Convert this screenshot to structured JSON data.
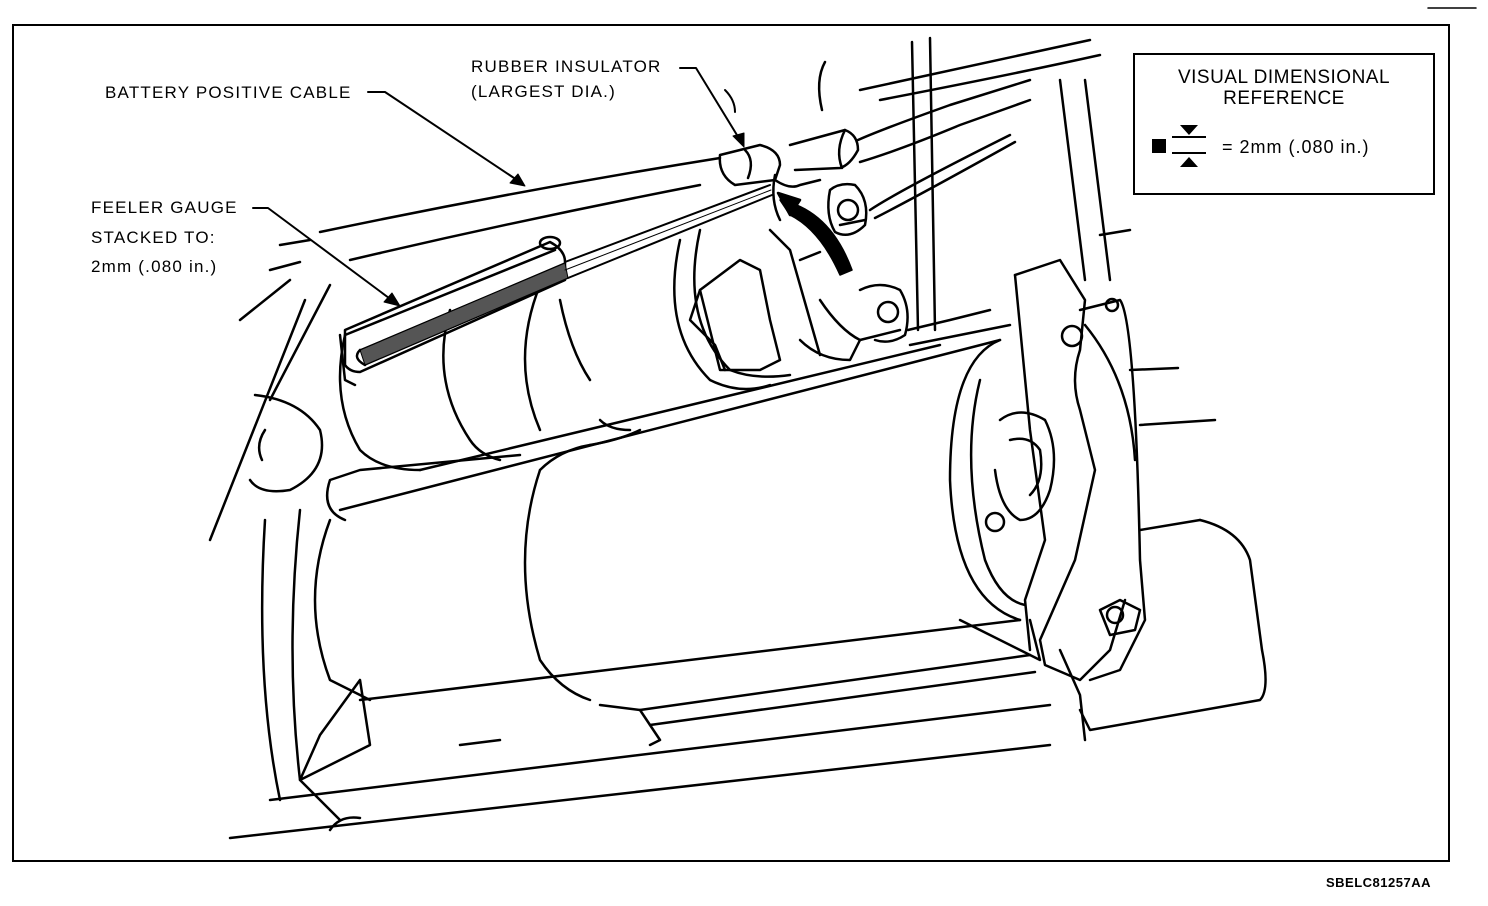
{
  "labels": {
    "battery_cable": "BATTERY POSITIVE CABLE",
    "rubber_insulator_1": "RUBBER INSULATOR",
    "rubber_insulator_2": "(LARGEST DIA.)",
    "feeler_1": "FEELER GAUGE",
    "feeler_2": "STACKED TO:",
    "feeler_3": "2mm (.080 in.)"
  },
  "reference_box": {
    "title_1": "VISUAL DIMENSIONAL",
    "title_2": "REFERENCE",
    "equation": "= 2mm (.080 in.)"
  },
  "figure_id": "SBELC81257AA",
  "colors": {
    "ink": "#000000",
    "paper": "#ffffff"
  }
}
